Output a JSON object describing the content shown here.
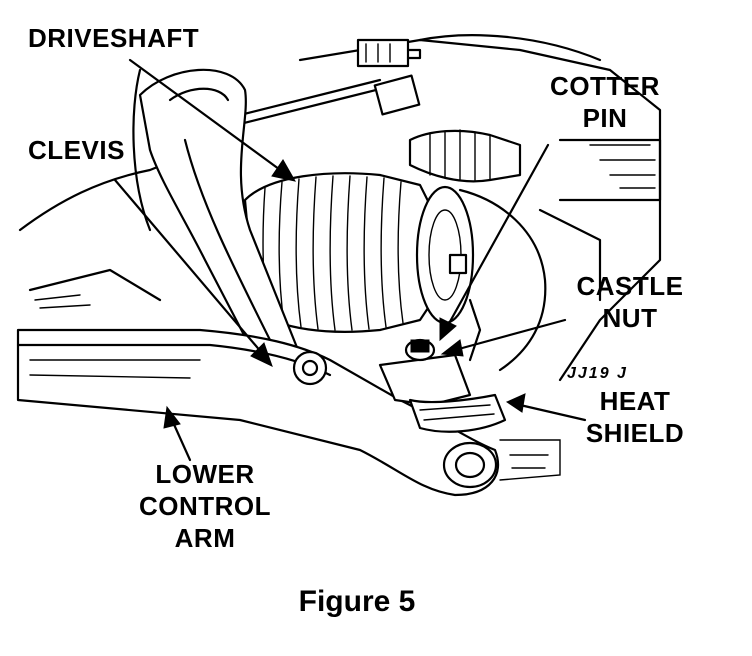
{
  "labels": {
    "driveshaft": "DRIVESHAFT",
    "clevis": "CLEVIS",
    "cotter_pin_line1": "COTTER",
    "cotter_pin_line2": "PIN",
    "castle_nut_line1": "CASTLE",
    "castle_nut_line2": "NUT",
    "heat_shield_line1": "HEAT",
    "heat_shield_line2": "SHIELD",
    "lower_control_arm_line1": "LOWER",
    "lower_control_arm_line2": "CONTROL",
    "lower_control_arm_line3": "ARM",
    "stamp_mark": "JJ19 J"
  },
  "caption": "Figure 5",
  "colors": {
    "ink": "#000000",
    "paper": "#ffffff"
  }
}
